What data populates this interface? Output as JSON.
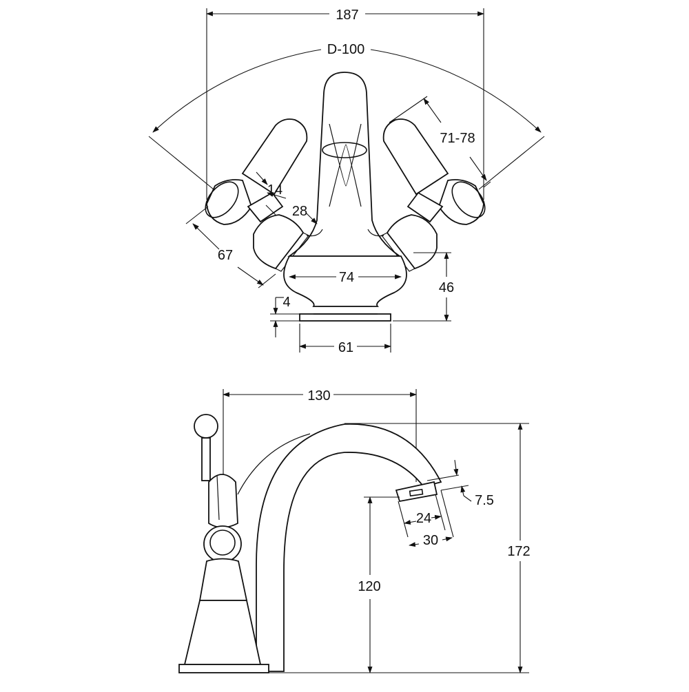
{
  "dimensions": {
    "overall_width": "187",
    "deck_diameter": "D-100",
    "handle_length": "71-78",
    "handle_neck": "14",
    "handle_collar": "28",
    "handle_height": "67",
    "body_width": "74",
    "body_height": "46",
    "base_thickness": "4",
    "base_width": "61",
    "spout_reach": "130",
    "aerator_thickness": "7.5",
    "aerator_inner": "24",
    "aerator_outer": "30",
    "spout_outlet_height": "120",
    "overall_height": "172"
  }
}
